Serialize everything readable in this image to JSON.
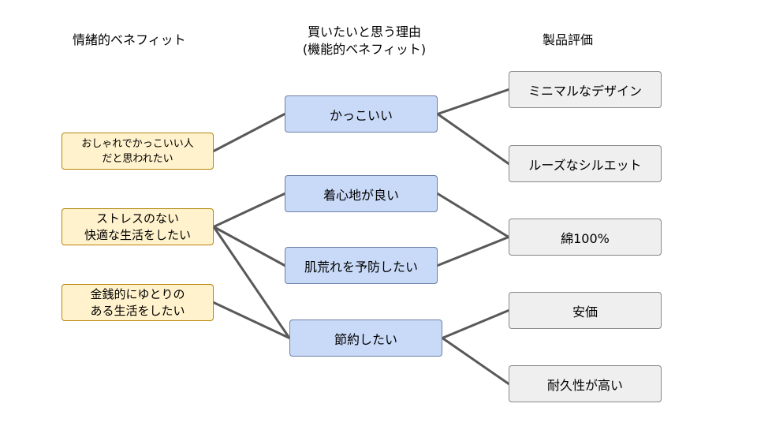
{
  "headers": {
    "emotional": "情緒的ベネフィット",
    "functional": [
      "買いたいと思う理由",
      "(機能的ベネフィット)"
    ],
    "product": "製品評価"
  },
  "emotional_nodes": [
    {
      "id": "e1",
      "lines": [
        "おしゃれでかっこいい人",
        "だと思われたい"
      ]
    },
    {
      "id": "e2",
      "lines": [
        "ストレスのない",
        "快適な生活をしたい"
      ]
    },
    {
      "id": "e3",
      "lines": [
        "金銭的にゆとりの",
        "ある生活をしたい"
      ]
    }
  ],
  "functional_nodes": [
    {
      "id": "f1",
      "label": "かっこいい"
    },
    {
      "id": "f2",
      "label": "着心地が良い"
    },
    {
      "id": "f3",
      "label": "肌荒れを予防したい"
    },
    {
      "id": "f4",
      "label": "節約したい"
    }
  ],
  "product_nodes": [
    {
      "id": "p1",
      "label": "ミニマルなデザイン"
    },
    {
      "id": "p2",
      "label": "ルーズなシルエット"
    },
    {
      "id": "p3",
      "label": "綿100%"
    },
    {
      "id": "p4",
      "label": "安価"
    },
    {
      "id": "p5",
      "label": "耐久性が高い"
    }
  ],
  "edges": [
    {
      "from": "e1",
      "to": "f1"
    },
    {
      "from": "e2",
      "to": "f2"
    },
    {
      "from": "e2",
      "to": "f3"
    },
    {
      "from": "e2",
      "to": "f4"
    },
    {
      "from": "e3",
      "to": "f4"
    },
    {
      "from": "f1",
      "to": "p1"
    },
    {
      "from": "f1",
      "to": "p2"
    },
    {
      "from": "f2",
      "to": "p3"
    },
    {
      "from": "f3",
      "to": "p3"
    },
    {
      "from": "f4",
      "to": "p4"
    },
    {
      "from": "f4",
      "to": "p5"
    }
  ],
  "colors": {
    "emotional_fill": "#fff2cc",
    "functional_fill": "#c9daf8",
    "product_fill": "#efefef",
    "connector": "#595959"
  }
}
